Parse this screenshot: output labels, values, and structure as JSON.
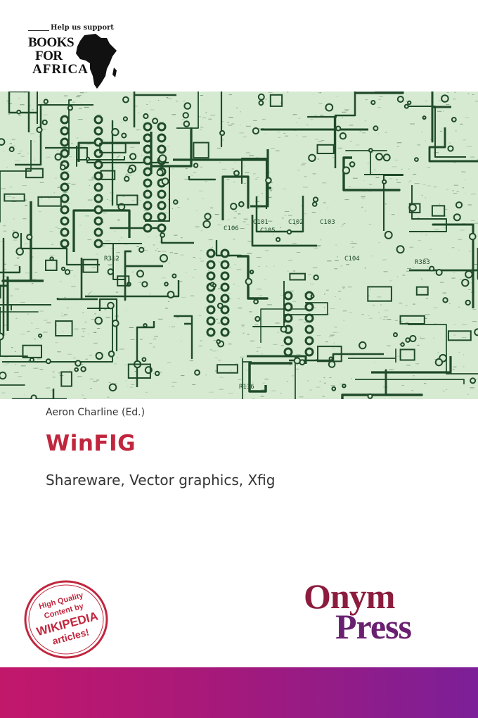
{
  "logo": {
    "help_text": "Help us support",
    "line1": "BOOKS",
    "line2": "FOR",
    "line3": "AFRICA"
  },
  "book": {
    "author": "Aeron Charline (Ed.)",
    "title": "WinFIG",
    "subtitle": "Shareware, Vector graphics, Xfig"
  },
  "badge": {
    "line1": "High Quality",
    "line2": "Content by",
    "line3": "WIKIPEDIA",
    "line4": "articles!"
  },
  "publisher": {
    "line1": "Onym",
    "line2": "Press"
  },
  "colors": {
    "title": "#c0273e",
    "circuit_bg": "#d6ead2",
    "circuit_trace": "#1f4a2a",
    "publisher_onym": "#8c1c3e",
    "publisher_press": "#6a2070",
    "band_start": "#c2186b",
    "band_end": "#7c1f98"
  },
  "cover_labels": [
    "C104",
    "C101",
    "C102",
    "C103",
    "R312",
    "R383",
    "C106",
    "C105",
    "R136"
  ]
}
